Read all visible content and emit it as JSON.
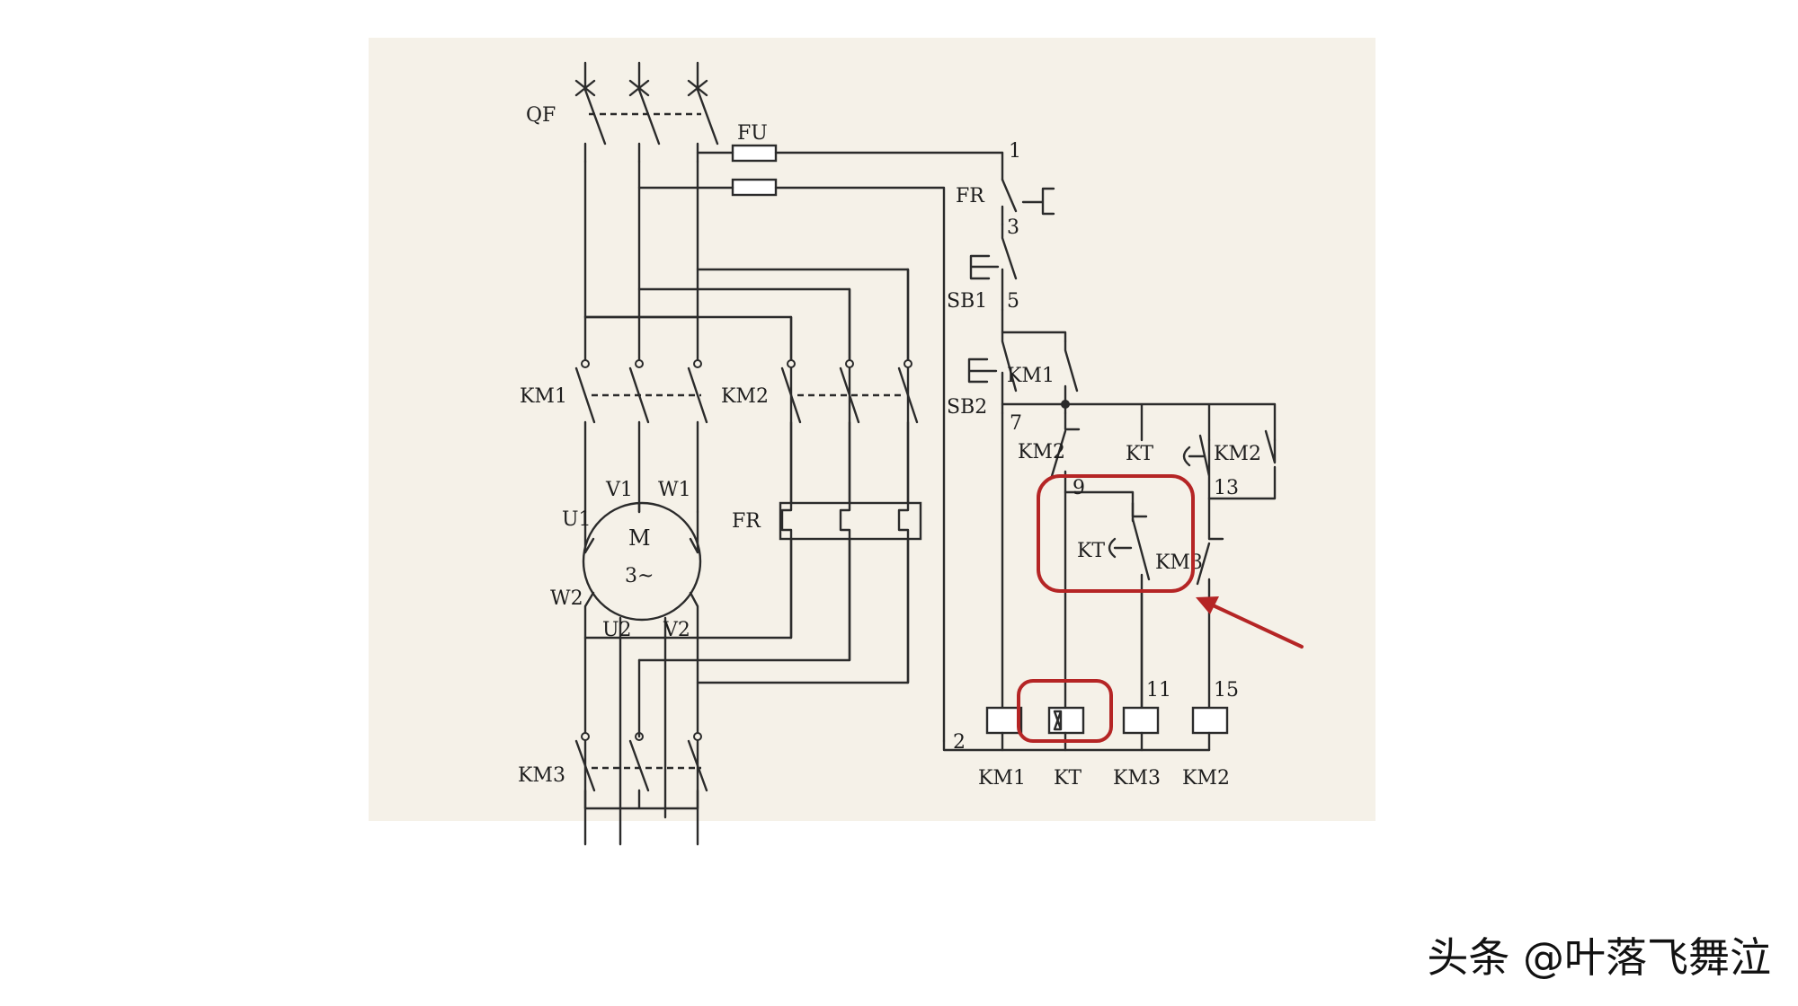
{
  "labels": {
    "qf": "QF",
    "fu": "FU",
    "fr_power": "FR",
    "km1_power": "KM1",
    "km2_power": "KM2",
    "km3_power": "KM3",
    "motor_m": "M",
    "motor_phase": "3~",
    "u1": "U1",
    "v1": "V1",
    "w1": "W1",
    "u2": "U2",
    "v2": "V2",
    "w2": "W2",
    "n1": "1",
    "n3": "3",
    "n5": "5",
    "n7": "7",
    "n9": "9",
    "n13": "13",
    "n11": "11",
    "n15": "15",
    "n2": "2",
    "fr_ctrl": "FR",
    "sb1": "SB1",
    "sb2": "SB2",
    "km1_aux": "KM1",
    "km2_nc": "KM2",
    "kt_no": "KT",
    "km2_no": "KM2",
    "kt_nc": "KT",
    "km3_nc": "KM3",
    "coil_km1": "KM1",
    "coil_kt": "KT",
    "coil_km3": "KM3",
    "coil_km2": "KM2"
  },
  "watermark": "头条 @叶落飞舞泣",
  "colors": {
    "highlight": "#b52525",
    "ink": "#2b2b2b",
    "panel": "#f5f1e8"
  }
}
